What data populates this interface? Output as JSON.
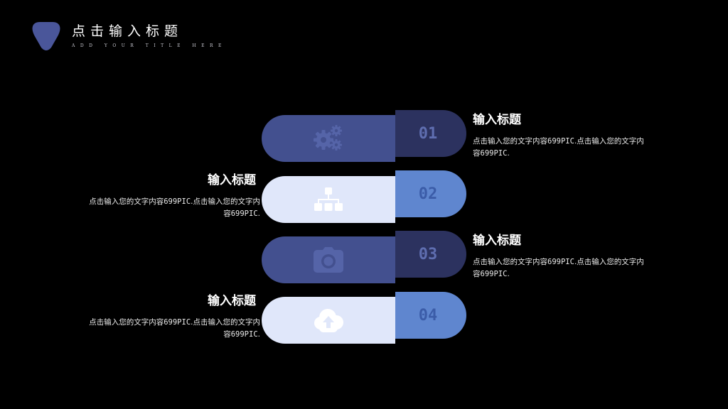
{
  "header": {
    "title": "点击输入标题",
    "subtitle": "ADD YOUR TITLE HERE"
  },
  "colors": {
    "background": "#000000",
    "pill_dark": "#43508f",
    "tab_dark": "#2c325f",
    "pill_light": "#e0e7fa",
    "tab_light": "#5f86cf",
    "logo": "#4a569a"
  },
  "steps": [
    {
      "number": "01",
      "icon": "gears-icon",
      "title": "输入标题",
      "desc_a": "点击输入您的文字内容",
      "desc_b": "699PIC",
      "desc_c": ".点击输入您的文字内容",
      "desc_d": "699PIC",
      "desc_e": "."
    },
    {
      "number": "02",
      "icon": "sitemap-icon",
      "title": "输入标题",
      "desc_a": "点击输入您的文字内容",
      "desc_b": "699PIC",
      "desc_c": ".点击输入您的文字内容",
      "desc_d": "699PIC",
      "desc_e": "."
    },
    {
      "number": "03",
      "icon": "camera-icon",
      "title": "输入标题",
      "desc_a": "点击输入您的文字内容",
      "desc_b": "699PIC",
      "desc_c": ".点击输入您的文字内容",
      "desc_d": "699PIC",
      "desc_e": "."
    },
    {
      "number": "04",
      "icon": "cloud-upload-icon",
      "title": "输入标题",
      "desc_a": "点击输入您的文字内容",
      "desc_b": "699PIC",
      "desc_c": ".点击输入您的文字内容",
      "desc_d": "699PIC",
      "desc_e": "."
    }
  ]
}
